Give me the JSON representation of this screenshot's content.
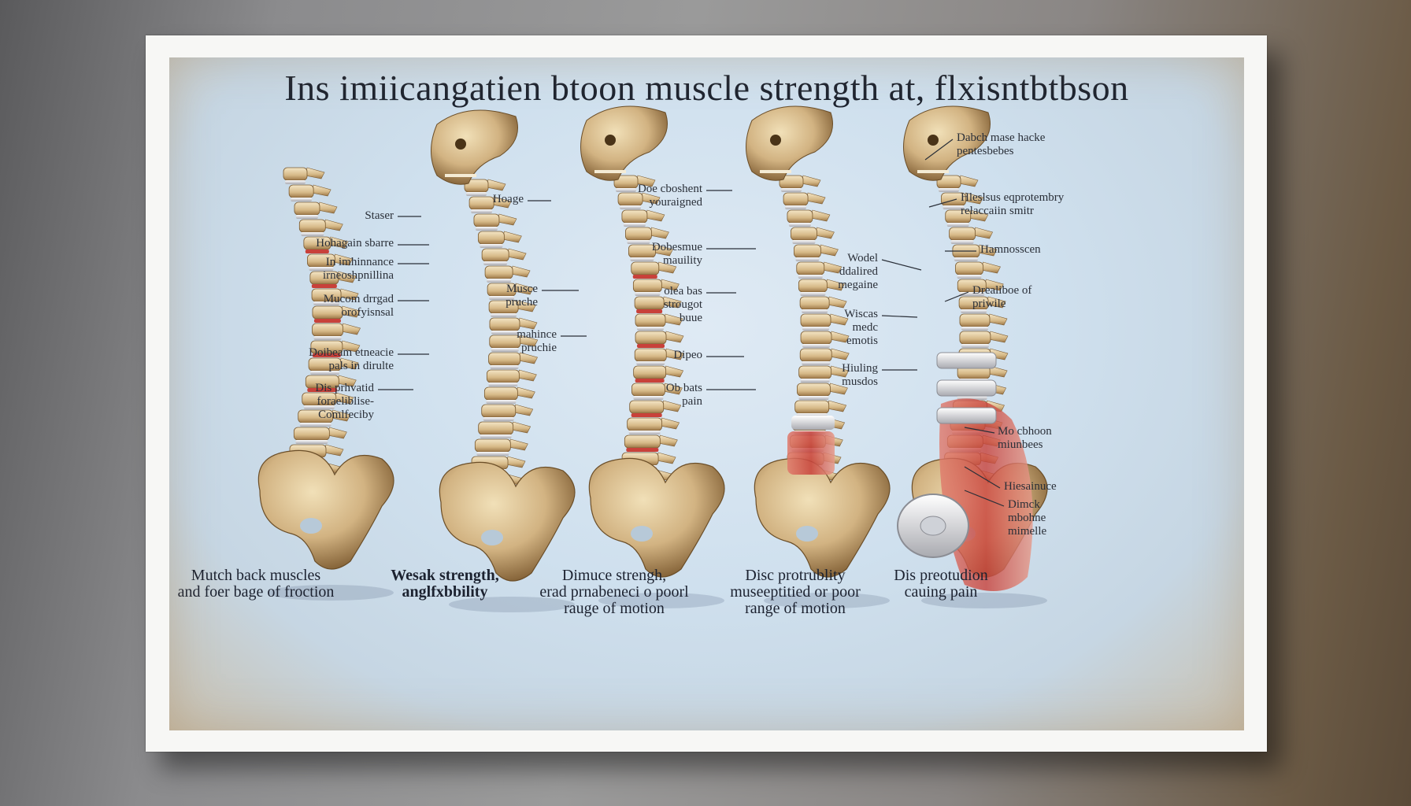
{
  "title": "Ins imiicangatien btoon muscle strength at, flxisntbtbson",
  "panels": [
    {
      "labels": [
        "Staser",
        "Hohagain sbarre",
        "In imhinnance\nirneoshpnillina",
        "Mucom drrgad\norofyisnsal",
        "Doibeam etneacie\npals in dirulte",
        "Dis prhvatid\nforaeliblise-\nComlfeciby"
      ],
      "caption": "Mutch back muscles\nand foer bage of froction"
    },
    {
      "labels": [
        "Hoage",
        "Musce\npruche",
        "mahince\npruchie"
      ],
      "caption": "Wesak strength,\nanglfxbbility"
    },
    {
      "labels": [
        "Doe cboshent\nyouraigned",
        "Dobesmue\nmauility",
        "olea bas\nstrougot\nbuue",
        "Dipeo",
        "Ob bats\npain"
      ],
      "caption": "Dimuce strengh,\nerad prnabeneci o poorl\nrauge of motion"
    },
    {
      "labels": [
        "Dabch mase hacke\npentesbebes",
        "Hleslsus eqprotembry\nrelaccaiin smitr",
        "Hamnosscen",
        "Wodel\nddalired\nmegaine",
        "Drealiboe of\npriwile",
        "Wiscas\nmedc\nemotis",
        "Hiuling\nmusdos",
        "Mo cbhoon\nmiunbees",
        "Hiesainuce",
        "Dimck\nmbohne\nmimelle"
      ],
      "caption": "Disc protrublity\nmuseeptitied or poor\nrange of motion"
    },
    {
      "labels": [],
      "caption": "Dis preotudion\ncauing pain"
    }
  ],
  "colors": {
    "bone": "#d9bf8f",
    "bone_dark": "#8a6a3c",
    "disc": "#e8e4dc",
    "inflamed": "#c8413a",
    "poster_bg": "#d4e3ef"
  }
}
